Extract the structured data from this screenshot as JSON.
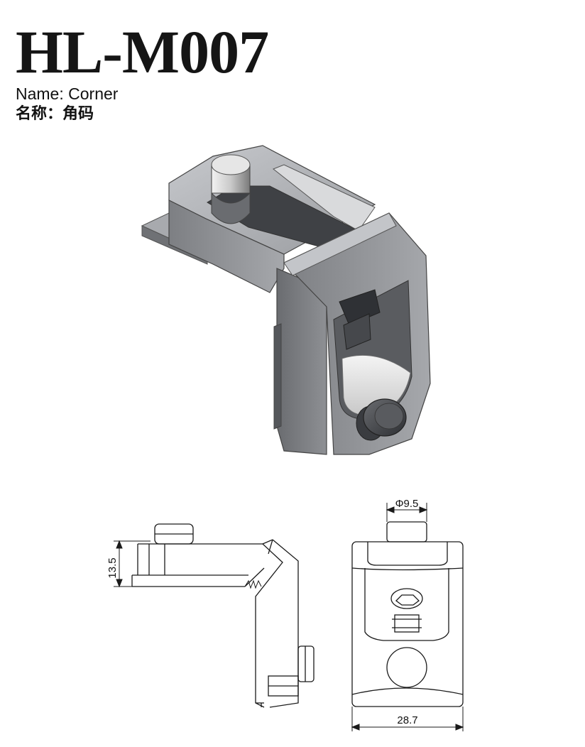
{
  "header": {
    "model": "HL-M007",
    "name_en": "Name: Corner",
    "name_cn": "名称：角码"
  },
  "dimensions": {
    "height_label": "13.5",
    "bolt_diameter_label": "Φ9.5",
    "width_label": "28.7"
  },
  "colors": {
    "metal_light": "#b4b6ba",
    "metal_mid": "#8c8e92",
    "metal_dark": "#4a4c50",
    "line": "#1a1a1a"
  }
}
